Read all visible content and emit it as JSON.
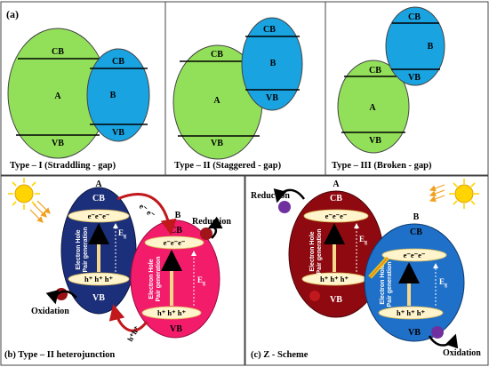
{
  "panel_a": {
    "label": "(a)",
    "types": [
      {
        "caption": "Type – I (Straddling - gap)",
        "left": {
          "name": "A",
          "cb": "CB",
          "vb": "VB"
        },
        "right": {
          "name": "B",
          "cb": "CB",
          "vb": "VB"
        }
      },
      {
        "caption": "Type – II (Staggered - gap)",
        "left": {
          "name": "A",
          "cb": "CB",
          "vb": "VB"
        },
        "right": {
          "name": "B",
          "cb": "CB",
          "vb": "VB"
        }
      },
      {
        "caption": "Type – III (Broken - gap)",
        "left": {
          "name": "A",
          "cb": "CB",
          "vb": "VB"
        },
        "right": {
          "name": "B",
          "cb": "CB",
          "vb": "VB"
        }
      }
    ]
  },
  "panel_b": {
    "caption": "(b)  Type – II heterojunction",
    "semi_a": {
      "name": "A",
      "cb": "CB",
      "vb": "VB",
      "electrons": "e⁻e⁻e⁻",
      "holes": "h⁺ h⁺ h⁺",
      "side_text_1": "Electron Hole",
      "side_text_2": "Pair generation",
      "eg": "E",
      "eg_sub": "g"
    },
    "semi_b": {
      "name": "B",
      "cb": "CB",
      "vb": "VB",
      "electrons": "e⁻e⁻e⁻",
      "holes": "h⁺ h⁺ h⁺",
      "side_text_1": "Electron Hole",
      "side_text_2": "Pair generation",
      "eg": "E",
      "eg_sub": "g"
    },
    "electron_transfer": "e⁻ e⁻",
    "hole_transfer": "h⁺h⁺",
    "reduction": "Reduction",
    "oxidation": "Oxidation"
  },
  "panel_c": {
    "caption": "(c)  Z - Scheme",
    "semi_a": {
      "name": "A",
      "cb": "CB",
      "vb": "VB",
      "electrons": "e⁻e⁻e⁻",
      "holes": "h⁺ h⁺ h⁺",
      "side_text_1": "Electron Hole",
      "side_text_2": "Pair generation",
      "eg": "E",
      "eg_sub": "g"
    },
    "semi_b": {
      "name": "B",
      "cb": "CB",
      "vb": "VB",
      "electrons": "e⁻e⁻e⁻",
      "holes": "h⁺ h⁺ h⁺",
      "side_text_1": "Electron Hole",
      "side_text_2": "Pair generation",
      "eg": "E",
      "eg_sub": "g"
    },
    "reduction": "Reduction",
    "oxidation": "Oxidation"
  },
  "colors": {
    "green": "#92e05a",
    "blue": "#19a3e0",
    "navy": "#1c2f7a",
    "magenta": "#f21c6b",
    "darkred": "#8e0a10",
    "mediumblue": "#1f70c8",
    "dark_red_arrow": "#c0181c",
    "sun": "#ffd400",
    "purple": "#7030a0"
  }
}
